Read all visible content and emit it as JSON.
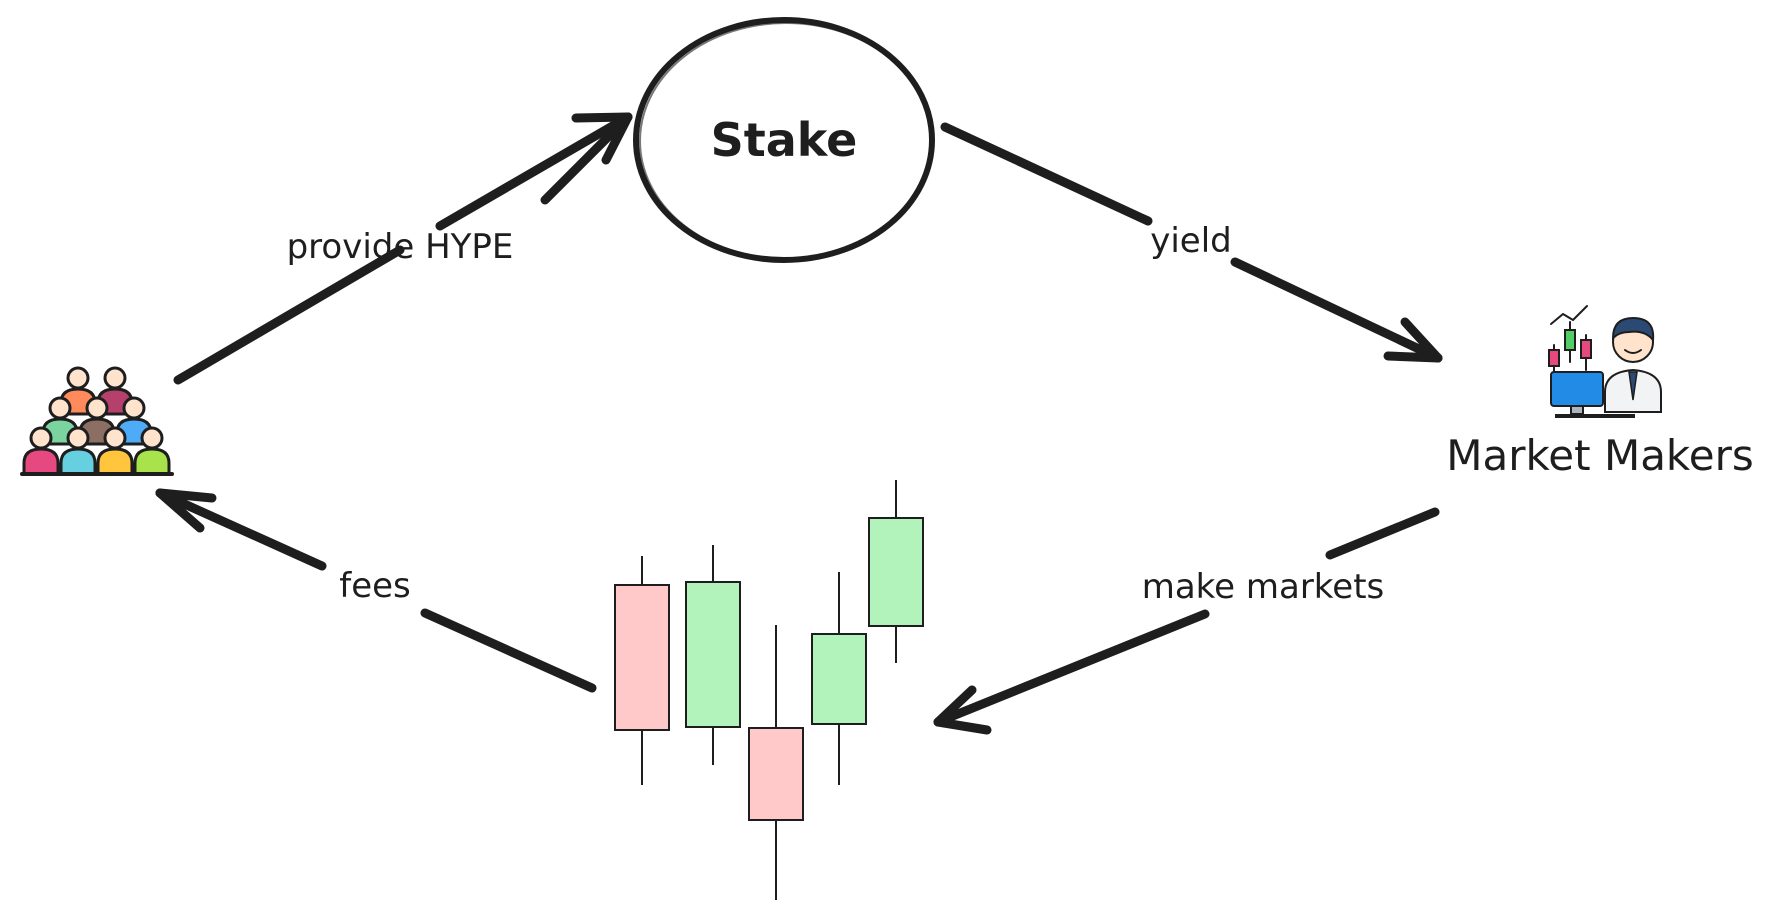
{
  "nodes": {
    "stake": {
      "label": "Stake"
    },
    "market_makers": {
      "label": "Market Makers",
      "icon": "trader-icon"
    },
    "community": {
      "icon": "crowd-icon"
    },
    "market": {
      "icon": "candlestick-chart-icon"
    }
  },
  "edges": {
    "provide": {
      "label": "provide HYPE"
    },
    "yield": {
      "label": "yield"
    },
    "make_markets": {
      "label": "make markets"
    },
    "fees": {
      "label": "fees"
    }
  },
  "colors": {
    "ink": "#1e1e1e",
    "bull_fill": "#b2f2bb",
    "bear_fill": "#ffc9c9",
    "crowd": [
      "#e64980",
      "#66cfe0",
      "#ffc53d",
      "#a9e34b",
      "#ff8a5b",
      "#b5406b",
      "#7bd4a0",
      "#8d6e63",
      "#4dabf7"
    ],
    "monitor": "#228be6",
    "hair": "#2b4a73"
  }
}
